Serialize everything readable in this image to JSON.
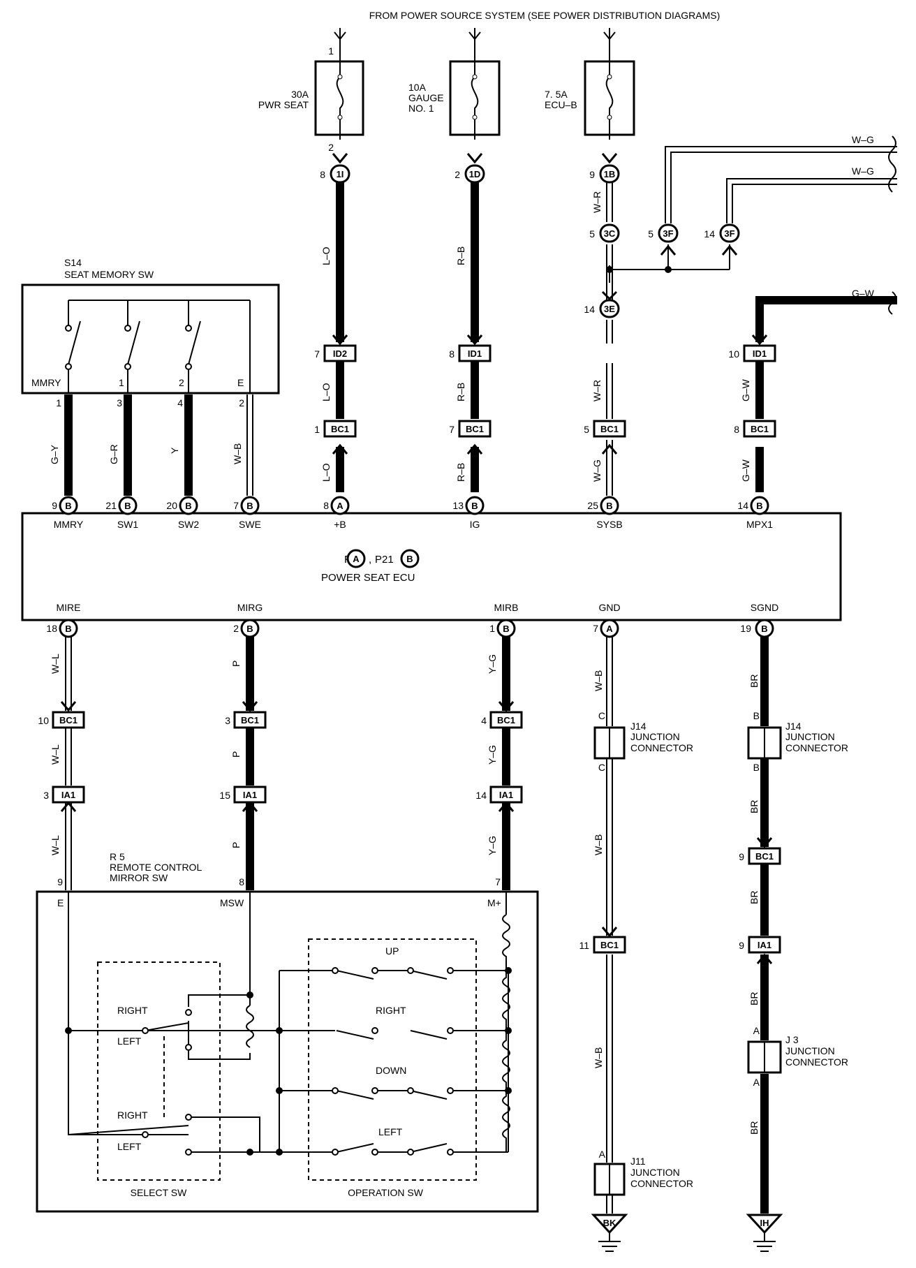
{
  "header": {
    "source_text": "FROM POWER SOURCE SYSTEM (SEE POWER DISTRIBUTION DIAGRAMS)"
  },
  "fuses": [
    {
      "amp": "30A",
      "name": "PWR SEAT"
    },
    {
      "amp": "10A",
      "name_line1": "GAUGE",
      "name_line2": "NO. 1"
    },
    {
      "amp": "7. 5A",
      "name": "ECU–B"
    }
  ],
  "fuse_pins": {
    "top": "1",
    "bottom": "2"
  },
  "wire_colors": {
    "pwr_seat": "L–O",
    "gauge": "R–B",
    "ecu_b_upper": "W–R",
    "ecu_b_lower": "W–R",
    "ecu_b_bottom": "W–G",
    "mpx": "G–W",
    "wg_1": "W–G",
    "wg_2": "W–G",
    "gw_top": "G–W",
    "mmry": "G–Y",
    "sw1": "G–R",
    "sw2": "Y",
    "swe": "W–B",
    "mire": "W–L",
    "mirg": "P",
    "mirb": "Y–G",
    "gnd": "W–B",
    "sgnd": "BR"
  },
  "connectors": {
    "c_1i": {
      "pin": "8",
      "code": "1I"
    },
    "c_1d": {
      "pin": "2",
      "code": "1D"
    },
    "c_1b": {
      "pin": "9",
      "code": "1B"
    },
    "c_3c": {
      "pin": "5",
      "code": "3C"
    },
    "c_3f_a": {
      "pin": "5",
      "code": "3F"
    },
    "c_3f_b": {
      "pin": "14",
      "code": "3F"
    },
    "c_3e": {
      "pin": "14",
      "code": "3E"
    },
    "id2": {
      "pin": "7",
      "code": "ID2"
    },
    "id1_a": {
      "pin": "8",
      "code": "ID1"
    },
    "id1_b": {
      "pin": "10",
      "code": "ID1"
    },
    "bc1_1": {
      "pin": "1",
      "code": "BC1"
    },
    "bc1_7": {
      "pin": "7",
      "code": "BC1"
    },
    "bc1_5": {
      "pin": "5",
      "code": "BC1"
    },
    "bc1_8": {
      "pin": "8",
      "code": "BC1"
    },
    "bc1_10": {
      "pin": "10",
      "code": "BC1"
    },
    "bc1_3": {
      "pin": "3",
      "code": "BC1"
    },
    "bc1_4": {
      "pin": "4",
      "code": "BC1"
    },
    "bc1_9": {
      "pin": "9",
      "code": "BC1"
    },
    "bc1_11": {
      "pin": "11",
      "code": "BC1"
    },
    "ia1_3": {
      "pin": "3",
      "code": "IA1"
    },
    "ia1_15": {
      "pin": "15",
      "code": "IA1"
    },
    "ia1_14": {
      "pin": "14",
      "code": "IA1"
    },
    "ia1_9": {
      "pin": "9",
      "code": "IA1"
    }
  },
  "seat_memory_sw": {
    "id": "S14",
    "name": "SEAT MEMORY SW",
    "terminals": [
      "MMRY",
      "1",
      "2",
      "E"
    ],
    "pins": [
      "1",
      "3",
      "4",
      "2"
    ]
  },
  "ecu": {
    "label_p20": "P20",
    "letter_a": "A",
    "comma": ",",
    "label_p21": "P21",
    "letter_b": "B",
    "name": "POWER SEAT ECU",
    "top_terms": [
      {
        "pin": "9",
        "letter": "B",
        "name": "MMRY"
      },
      {
        "pin": "21",
        "letter": "B",
        "name": "SW1"
      },
      {
        "pin": "20",
        "letter": "B",
        "name": "SW2"
      },
      {
        "pin": "7",
        "letter": "B",
        "name": "SWE"
      },
      {
        "pin": "8",
        "letter": "A",
        "name": "+B"
      },
      {
        "pin": "13",
        "letter": "B",
        "name": "IG"
      },
      {
        "pin": "25",
        "letter": "B",
        "name": "SYSB"
      },
      {
        "pin": "14",
        "letter": "B",
        "name": "MPX1"
      }
    ],
    "bottom_terms": [
      {
        "pin": "18",
        "letter": "B",
        "name": "MIRE"
      },
      {
        "pin": "2",
        "letter": "B",
        "name": "MIRG"
      },
      {
        "pin": "1",
        "letter": "B",
        "name": "MIRB"
      },
      {
        "pin": "7",
        "letter": "A",
        "name": "GND"
      },
      {
        "pin": "19",
        "letter": "B",
        "name": "SGND"
      }
    ]
  },
  "junctions": [
    {
      "id": "J14",
      "l1": "JUNCTION",
      "l2": "CONNECTOR",
      "pin_top": "C",
      "pin_bot": "C"
    },
    {
      "id": "J14",
      "l1": "JUNCTION",
      "l2": "CONNECTOR",
      "pin_top": "B",
      "pin_bot": "B"
    },
    {
      "id": "J 3",
      "l1": "JUNCTION",
      "l2": "CONNECTOR",
      "pin_top": "A",
      "pin_bot": "A"
    },
    {
      "id": "J11",
      "l1": "JUNCTION",
      "l2": "CONNECTOR",
      "pin_top": "A"
    }
  ],
  "grounds": [
    {
      "code": "BK"
    },
    {
      "code": "IH"
    }
  ],
  "mirror_sw": {
    "id": "R 5",
    "line1": "REMOTE CONTROL",
    "line2": "MIRROR SW",
    "terms": [
      "E",
      "MSW",
      "M+"
    ],
    "pins": [
      "9",
      "8",
      "7"
    ],
    "select_label": "SELECT SW",
    "operation_label": "OPERATION SW",
    "select_right": "RIGHT",
    "select_left": "LEFT",
    "op_up": "UP",
    "op_right": "RIGHT",
    "op_down": "DOWN",
    "op_left": "LEFT"
  }
}
